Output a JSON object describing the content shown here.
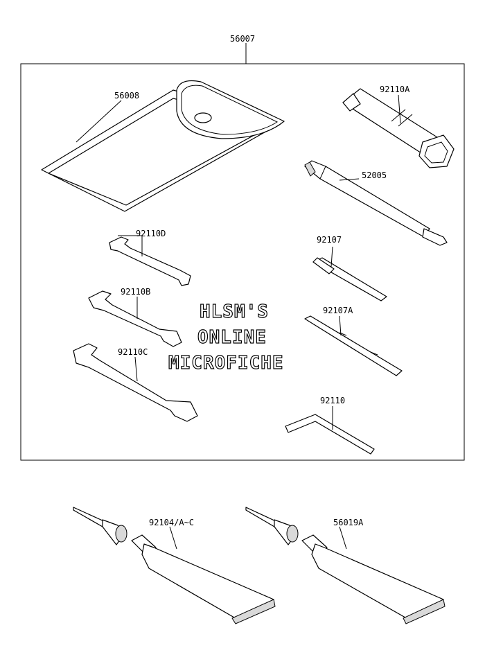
{
  "parts": {
    "kit": "56007",
    "pouch": "56008",
    "box_wrench": "92110A",
    "handle": "52005",
    "wrench_d": "92110D",
    "screwdriver": "92107",
    "wrench_b": "92110B",
    "screwdriver_a": "92107A",
    "wrench_c": "92110C",
    "hex_wrench": "92110",
    "grease_1": "92104/A~C",
    "grease_2": "56019A"
  },
  "watermark": {
    "line1": "HLSM'S",
    "line2": "ONLINE",
    "line3": "MICROFICHE"
  }
}
